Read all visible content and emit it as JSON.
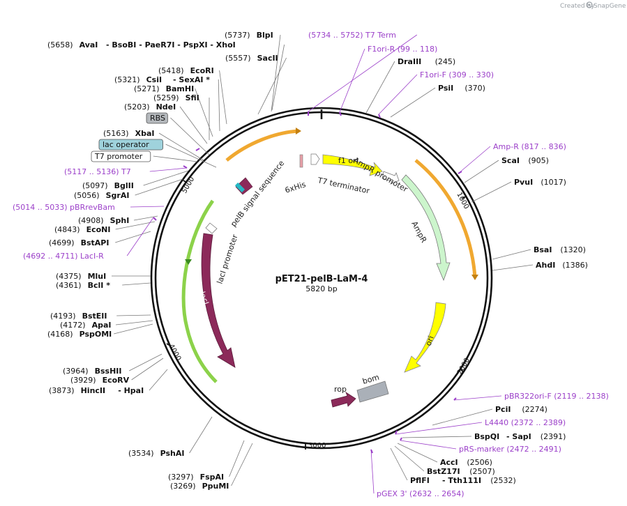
{
  "brand": {
    "created_by": "Created by",
    "name": "SnapGene"
  },
  "plasmid": {
    "name": "pET21-pelB-LaM-4",
    "length": "5820 bp"
  },
  "ticks": [
    "1000",
    "2000",
    "3000",
    "4000",
    "5000"
  ],
  "features": {
    "f1_ori": "f1 ori",
    "ampr_promoter": "AmpR promoter",
    "ampr": "AmpR",
    "ori": "ori",
    "bom": "bom",
    "rop": "rop",
    "laci": "lacI",
    "laci_promoter": "lacI promoter",
    "pelb": "pelB signal sequence",
    "his": "6xHis",
    "t7_terminator": "T7 terminator"
  },
  "labels": [
    {
      "id": "blpi",
      "pos": "(5737)",
      "name": "BlpI"
    },
    {
      "id": "t7term",
      "pos": "(5734 .. 5752)",
      "name": "T7 Term",
      "primer": true
    },
    {
      "id": "avai",
      "pos": "(5658)",
      "name": "AvaI",
      "alt": "- BsoBI   - PaeR7I   - PspXI   - XhoI"
    },
    {
      "id": "f1orir",
      "pos": "(99 .. 118)",
      "name": "F1ori-R",
      "primer": true
    },
    {
      "id": "sacii",
      "pos": "(5557)",
      "name": "SacII"
    },
    {
      "id": "draiii",
      "pos": "(245)",
      "name": "DraIII"
    },
    {
      "id": "ecori",
      "pos": "(5418)",
      "name": "EcoRI"
    },
    {
      "id": "f1orif",
      "pos": "(309 .. 330)",
      "name": "F1ori-F",
      "primer": true
    },
    {
      "id": "csii",
      "pos": "(5321)",
      "name": "CsiI",
      "alt": "- SexAI *"
    },
    {
      "id": "psii",
      "pos": "(370)",
      "name": "PsiI"
    },
    {
      "id": "bamhi",
      "pos": "(5271)",
      "name": "BamHI"
    },
    {
      "id": "sfii",
      "pos": "(5259)",
      "name": "SfiI"
    },
    {
      "id": "ndei",
      "pos": "(5203)",
      "name": "NdeI"
    },
    {
      "id": "rbs",
      "name": "RBS",
      "box": "gray"
    },
    {
      "id": "xbai",
      "pos": "(5163)",
      "name": "XbaI"
    },
    {
      "id": "ampr_primer",
      "pos": "(817 .. 836)",
      "name": "Amp-R",
      "primer": true
    },
    {
      "id": "lacop",
      "name": "lac operator",
      "box": "teal"
    },
    {
      "id": "scai",
      "pos": "(905)",
      "name": "ScaI"
    },
    {
      "id": "t7prom",
      "name": "T7 promoter",
      "box": "white"
    },
    {
      "id": "t7",
      "pos": "(5117 .. 5136)",
      "name": "T7",
      "primer": true
    },
    {
      "id": "pvui",
      "pos": "(1017)",
      "name": "PvuI"
    },
    {
      "id": "bglii",
      "pos": "(5097)",
      "name": "BglII"
    },
    {
      "id": "sgrai",
      "pos": "(5056)",
      "name": "SgrAI"
    },
    {
      "id": "pbrrevbam",
      "pos": "(5014 .. 5033)",
      "name": "pBRrevBam",
      "primer": true
    },
    {
      "id": "sphi",
      "pos": "(4908)",
      "name": "SphI"
    },
    {
      "id": "econi",
      "pos": "(4843)",
      "name": "EcoNI"
    },
    {
      "id": "bstapi",
      "pos": "(4699)",
      "name": "BstAPI"
    },
    {
      "id": "bsai",
      "pos": "(1320)",
      "name": "BsaI"
    },
    {
      "id": "lacir",
      "pos": "(4692 .. 4711)",
      "name": "LacI-R",
      "primer": true
    },
    {
      "id": "ahdi",
      "pos": "(1386)",
      "name": "AhdI"
    },
    {
      "id": "mlui",
      "pos": "(4375)",
      "name": "MluI"
    },
    {
      "id": "bcli",
      "pos": "(4361)",
      "name": "BclI *"
    },
    {
      "id": "bsteii",
      "pos": "(4193)",
      "name": "BstEII"
    },
    {
      "id": "apai",
      "pos": "(4172)",
      "name": "ApaI"
    },
    {
      "id": "pspomi",
      "pos": "(4168)",
      "name": "PspOMI"
    },
    {
      "id": "bsshii",
      "pos": "(3964)",
      "name": "BssHII"
    },
    {
      "id": "ecorv",
      "pos": "(3929)",
      "name": "EcoRV"
    },
    {
      "id": "hincii",
      "pos": "(3873)",
      "name": "HincII",
      "alt": "- HpaI"
    },
    {
      "id": "pbr322",
      "pos": "(2119 .. 2138)",
      "name": "pBR322ori-F",
      "primer": true
    },
    {
      "id": "pcii",
      "pos": "(2274)",
      "name": "PciI"
    },
    {
      "id": "l4440",
      "pos": "(2372 .. 2389)",
      "name": "L4440",
      "primer": true
    },
    {
      "id": "bspqi",
      "pos": "(2391)",
      "name": "BspQI",
      "alt": "- SapI"
    },
    {
      "id": "prsmarker",
      "pos": "(2472 .. 2491)",
      "name": "pRS-marker",
      "primer": true
    },
    {
      "id": "acci",
      "pos": "(2506)",
      "name": "AccI"
    },
    {
      "id": "bstz17i",
      "pos": "(2507)",
      "name": "BstZ17I"
    },
    {
      "id": "pshai",
      "pos": "(3534)",
      "name": "PshAI"
    },
    {
      "id": "pflfi",
      "pos": "(2532)",
      "name": "PflFI",
      "alt": "- Tth111I"
    },
    {
      "id": "fspai",
      "pos": "(3297)",
      "name": "FspAI"
    },
    {
      "id": "ppumi",
      "pos": "(3269)",
      "name": "PpuMI"
    },
    {
      "id": "pgex3",
      "pos": "(2632 .. 2654)",
      "name": "pGEX 3'",
      "primer": true
    }
  ]
}
